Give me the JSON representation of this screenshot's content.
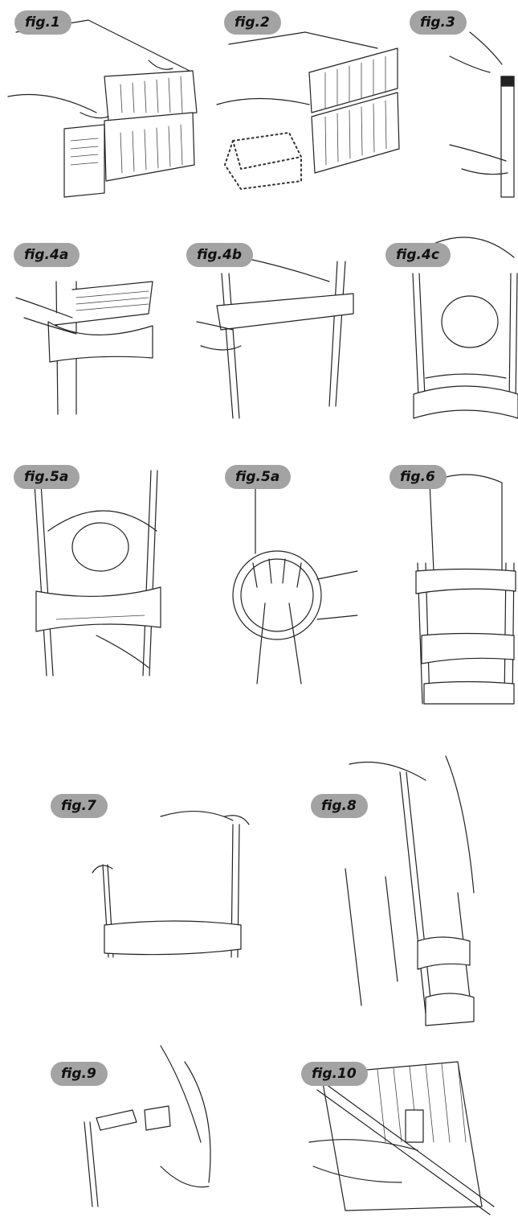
{
  "figures": [
    {
      "id": "fig1",
      "label": "fig.1",
      "icon": "ladder-step-box-illustration"
    },
    {
      "id": "fig2",
      "label": "fig.2",
      "icon": "step-unpacking-illustration"
    },
    {
      "id": "fig3",
      "label": "fig.3",
      "icon": "pole-cap-illustration"
    },
    {
      "id": "fig4a",
      "label": "fig.4a",
      "icon": "step-on-pole-illustration"
    },
    {
      "id": "fig4b",
      "label": "fig.4b",
      "icon": "step-between-poles-illustration"
    },
    {
      "id": "fig4c",
      "label": "fig.4c",
      "icon": "step-pressing-illustration"
    },
    {
      "id": "fig5a_left",
      "label": "fig.5a",
      "icon": "step-positioning-illustration"
    },
    {
      "id": "fig5a_right",
      "label": "fig.5a",
      "icon": "step-clip-detail-illustration"
    },
    {
      "id": "fig6",
      "label": "fig.6",
      "icon": "ladder-steps-assembled-illustration"
    },
    {
      "id": "fig7",
      "label": "fig.7",
      "icon": "lifting-ladder-illustration"
    },
    {
      "id": "fig8",
      "label": "fig.8",
      "icon": "carrying-ladder-illustration"
    },
    {
      "id": "fig9",
      "label": "fig.9",
      "icon": "pole-connector-illustration"
    },
    {
      "id": "fig10",
      "label": "fig.10",
      "icon": "ladder-fixed-to-pool-illustration"
    }
  ]
}
